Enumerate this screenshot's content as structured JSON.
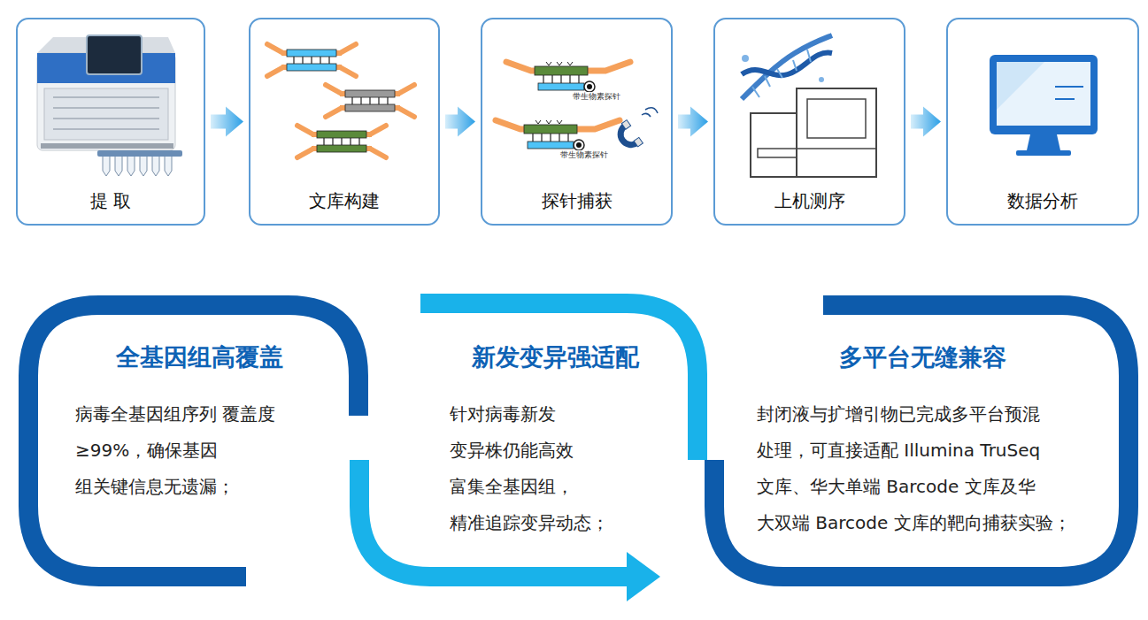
{
  "diagram": {
    "nodes": [
      {
        "text": [
          "提 取"
        ]
      },
      {
        "text": [
          "文库构建"
        ]
      },
      {
        "text": [
          "探针捕获"
        ]
      },
      {
        "text": [
          "上机测序"
        ]
      },
      {
        "text": [
          "数据分析"
        ]
      },
      {
        "text": [
          "全基因组高覆盖",
          "病毒全基因组序列 覆盖度≥99%，确保基因 组关键信息无遗漏；"
        ]
      },
      {
        "text": [
          "新发变异强适配",
          "针对病毒新发 变异株仍能高效 富集全基因组， 精准追踪变异动态；"
        ]
      },
      {
        "text": [
          "多平台无缝兼容",
          "封闭液与扩增引物已完成多平台预混 处理，可直接适配 Illumina TruSeq 文库、华大单端 Barcode 文库及华 大双端 Barcode 文库的靶向捕获实验；"
        ]
      }
    ],
    "edges": [
      {
        "from": 0,
        "to": 1,
        "arrow": "to"
      },
      {
        "from": 1,
        "to": 2,
        "arrow": "to"
      },
      {
        "from": 2,
        "to": 3,
        "arrow": "to"
      },
      {
        "from": 3,
        "to": 4,
        "arrow": "to"
      }
    ],
    "labels": [
      "带生物素探针",
      "带生物素探针"
    ]
  }
}
